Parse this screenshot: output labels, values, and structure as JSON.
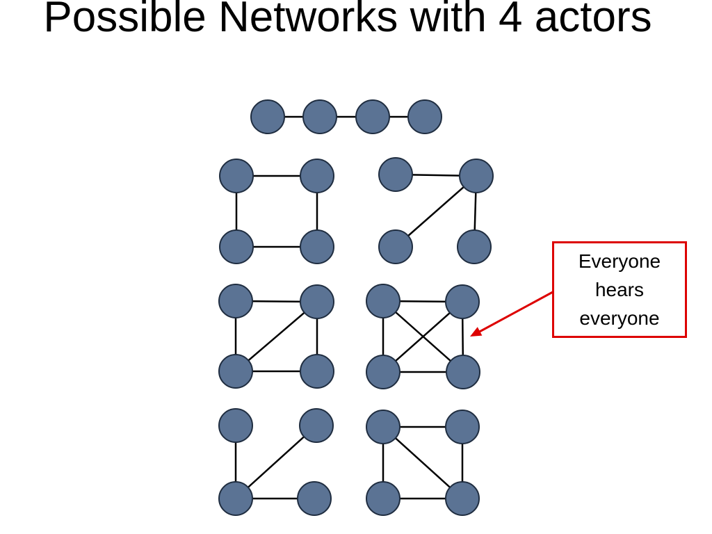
{
  "slide": {
    "title": "Possible Networks with 4 actors"
  },
  "callout": {
    "text": "Everyone\nhears\neveryone",
    "target": "complete-network"
  },
  "colors": {
    "node_fill": "#5b7394",
    "node_stroke": "#1f2d40",
    "edge": "#000000",
    "callout_border": "#dd0000",
    "callout_arrow": "#dd0000"
  },
  "networks": [
    {
      "id": "line-network",
      "label": "",
      "edges": [
        [
          0,
          1
        ],
        [
          1,
          2
        ],
        [
          2,
          3
        ]
      ]
    },
    {
      "id": "ring-network",
      "label": "",
      "edges": [
        [
          0,
          1
        ],
        [
          0,
          2
        ],
        [
          1,
          3
        ],
        [
          2,
          3
        ]
      ]
    },
    {
      "id": "star-network",
      "label": "",
      "edges": [
        [
          0,
          1
        ],
        [
          1,
          2
        ],
        [
          1,
          3
        ]
      ]
    },
    {
      "id": "triangle-plus-tail-network",
      "label": "",
      "edges": [
        [
          0,
          1
        ],
        [
          0,
          2
        ],
        [
          1,
          2
        ],
        [
          1,
          3
        ],
        [
          2,
          3
        ]
      ]
    },
    {
      "id": "complete-network",
      "label": "",
      "edges": [
        [
          0,
          1
        ],
        [
          0,
          2
        ],
        [
          0,
          3
        ],
        [
          1,
          2
        ],
        [
          1,
          3
        ],
        [
          2,
          3
        ]
      ]
    },
    {
      "id": "chain-network",
      "label": "",
      "edges": [
        [
          0,
          2
        ],
        [
          1,
          2
        ],
        [
          2,
          3
        ]
      ]
    },
    {
      "id": "diamond-network",
      "label": "",
      "edges": [
        [
          0,
          1
        ],
        [
          0,
          2
        ],
        [
          0,
          3
        ],
        [
          1,
          3
        ],
        [
          2,
          3
        ]
      ]
    }
  ]
}
